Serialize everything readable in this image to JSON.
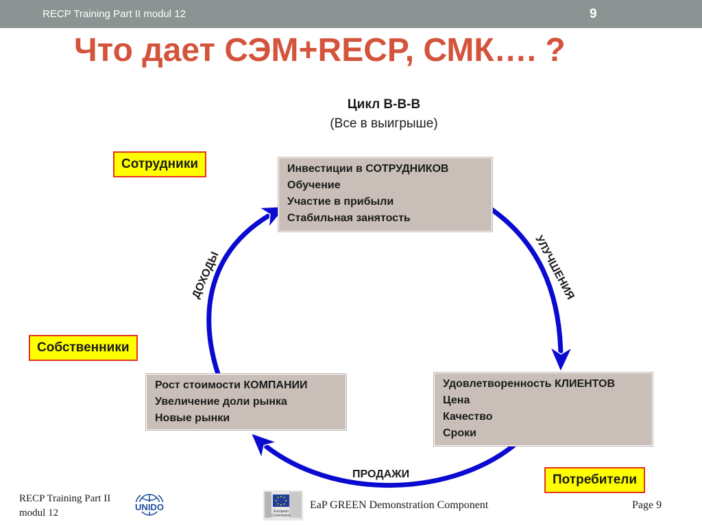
{
  "header": {
    "course": "RECP Training Part II modul 12",
    "slide_number": "9"
  },
  "title": "Что дает СЭМ+RECP, СМК…. ?",
  "cycle": {
    "title": "Цикл В-В-В",
    "subtitle": "(Все в выигрыше)"
  },
  "roles": {
    "employees": "Сотрудники",
    "owners": "Собственники",
    "consumers": "Потребители"
  },
  "boxes": {
    "employees": [
      "Инвестиции в СОТРУДНИКОВ",
      "Обучение",
      "Участие в прибыли",
      "Стабильная занятость"
    ],
    "company": [
      "Рост стоимости КОМПАНИИ",
      "Увеличение доли рынка",
      "Новые рынки"
    ],
    "clients": [
      "Удовлетворенность КЛИЕНТОВ",
      "Цена",
      "Качество",
      "Сроки"
    ]
  },
  "arrows": {
    "income": "ДОХОДЫ",
    "improvements": "УЛУЧШЕНИЯ",
    "sales": "ПРОДАЖИ"
  },
  "footer": {
    "left_line1": "RECP Training Part II",
    "left_line2": "modul 12",
    "center": "EaP GREEN Demonstration Component",
    "page": "Page 9"
  },
  "logos": {
    "unido": "UNIDO",
    "eu_line1": "European",
    "eu_line2": "Commission"
  },
  "colors": {
    "header_bar": "#8c9393",
    "title": "#d4533b",
    "arrow": "#0a0ad0",
    "role_fill": "#ffff00",
    "role_border": "#e8311b",
    "box_fill": "#c9bfb8"
  }
}
